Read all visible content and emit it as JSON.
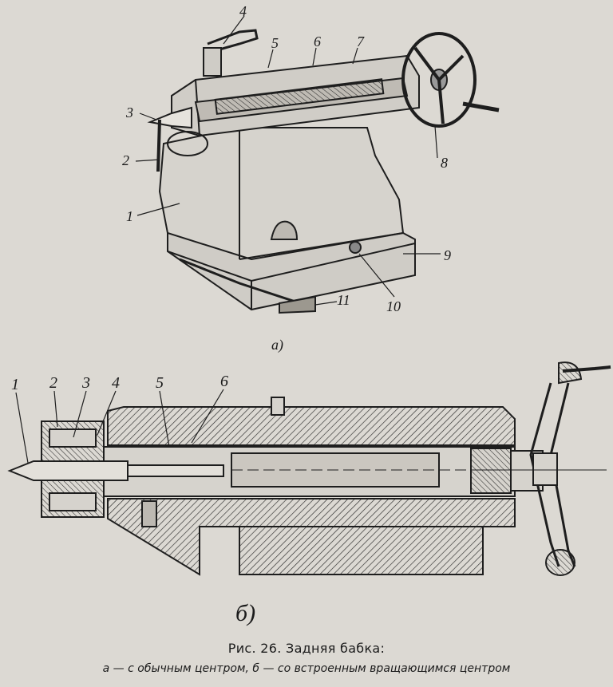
{
  "figure_a": {
    "callouts": [
      "4",
      "5",
      "6",
      "7",
      "3",
      "2",
      "1",
      "8",
      "9",
      "10",
      "11"
    ],
    "sublabel": "а)"
  },
  "figure_b": {
    "callouts": [
      "1",
      "2",
      "3",
      "4",
      "5",
      "6"
    ],
    "sublabel": "б)"
  },
  "caption": {
    "title": "Рис. 26. Задняя бабка:",
    "subtitle": "а — с обычным центром, б — со встроенным вращающимся центром"
  }
}
